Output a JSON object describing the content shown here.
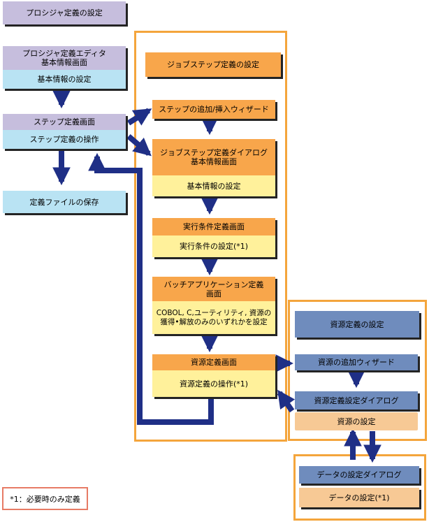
{
  "diagram": {
    "title": "プロシジャ定義の設定",
    "left_column": {
      "editor_screen": "プロシジャ定義エディタ\n基本情報画面",
      "basic_info_setting": "基本情報の設定",
      "step_def_screen": "ステップ定義画面",
      "step_def_operation": "ステップ定義の操作",
      "save_def_file": "定義ファイルの保存"
    },
    "jobstep_section": {
      "title": "ジョブステップ定義の設定",
      "add_insert_wizard": "ステップの追加/挿入ウィザード",
      "jobstep_dialog": "ジョブステップ定義ダイアログ\n基本情報画面",
      "basic_info_setting": "基本情報の設定",
      "exec_condition_screen": "実行条件定義画面",
      "exec_condition_setting": "実行条件の設定(*1)",
      "batch_app_screen": "バッチアプリケーション定義\n画面",
      "batch_app_setting": "COBOL, C,ユーティリティ, 資源の\n獲得•解放のみのいずれかを設定",
      "resource_def_screen": "資源定義画面",
      "resource_def_operation": "資源定義の操作(*1)"
    },
    "resource_section": {
      "title": "資源定義の設定",
      "add_wizard": "資源の追加ウィザード",
      "resource_dialog": "資源定義設定ダイアログ",
      "resource_setting": "資源の設定"
    },
    "data_section": {
      "dialog": "データの設定ダイアログ",
      "setting": "データの設定(*1)"
    },
    "footnote": "*1：必要時のみ定義"
  },
  "colors": {
    "frame": "#f4a53c",
    "arrow": "#1f2f86",
    "lavender": "#c6bedd",
    "cyan": "#b9e3f3",
    "orange": "#f8a64b",
    "yellow": "#fff19b",
    "steel": "#6f8cbd",
    "peach": "#f7c995",
    "note_border": "#e77b65"
  }
}
